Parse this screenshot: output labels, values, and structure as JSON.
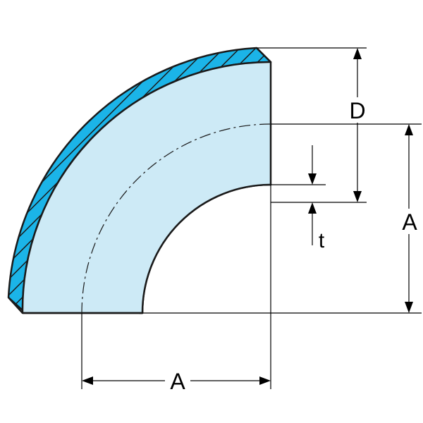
{
  "labels": {
    "D": "D",
    "A_vertical": "A",
    "A_horizontal": "A",
    "t": "t"
  },
  "colors": {
    "wall_fill": "#1BB4E8",
    "bore_fill": "#CDEAF6",
    "outline": "#1a1a1a",
    "hatch": "#1a1a1a",
    "dimension": "#000000"
  }
}
